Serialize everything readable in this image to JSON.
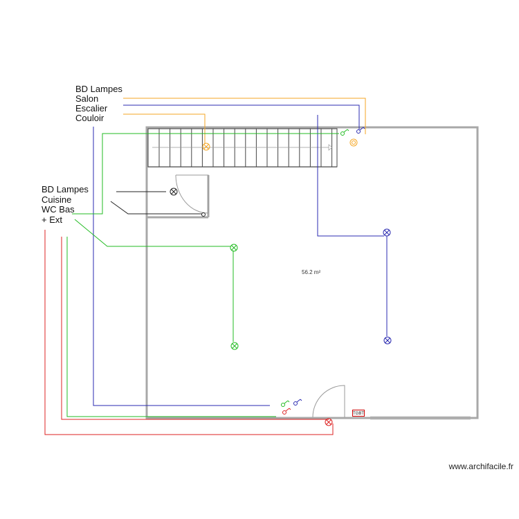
{
  "labels": {
    "upper": [
      "BD Lampes",
      "Salon",
      "Escalier",
      "Couloir"
    ],
    "lower": [
      "BD Lampes",
      "Cuisine",
      "WC Bas",
      "+ Ext"
    ]
  },
  "area": "56.2 m²",
  "panel": "TGBT",
  "watermark": "www.archifacile.fr",
  "colors": {
    "wall": "#a8a8a8",
    "orange": "#f5a623",
    "blue": "#2a2ab0",
    "green": "#22bb22",
    "red": "#dd2222",
    "black": "#222222"
  },
  "icons": [
    "switch-icon",
    "lamp-icon",
    "door-swing-icon",
    "stairs-icon",
    "junction-box-icon"
  ]
}
